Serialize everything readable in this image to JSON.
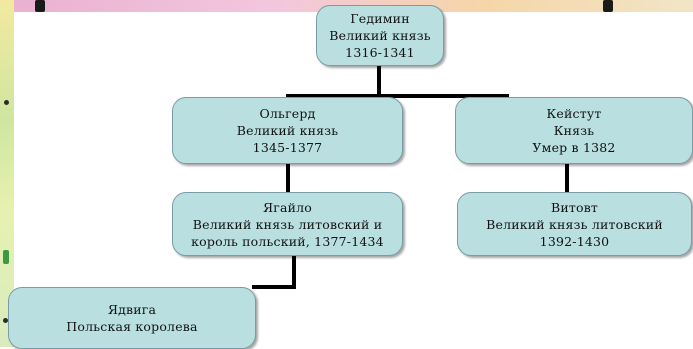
{
  "nodes": {
    "gedimin": {
      "lines": [
        "Гедимин",
        "Великий князь",
        "1316-1341"
      ]
    },
    "olgerd": {
      "lines": [
        "Ольгерд",
        "Великий князь",
        "1345-1377"
      ]
    },
    "keistut": {
      "lines": [
        "Кейстут",
        "Князь",
        "Умер в 1382"
      ]
    },
    "yagailo": {
      "lines": [
        "Ягайло",
        "Великий князь литовский и",
        "король польский, 1377-1434"
      ]
    },
    "vitovt": {
      "lines": [
        "Витовт",
        "Великий князь литовский",
        "1392-1430"
      ]
    },
    "yadviga": {
      "lines": [
        "Ядвига",
        "Польская королева"
      ]
    }
  },
  "colors": {
    "box_fill": "#b9dfe1",
    "connector": "#000000"
  }
}
